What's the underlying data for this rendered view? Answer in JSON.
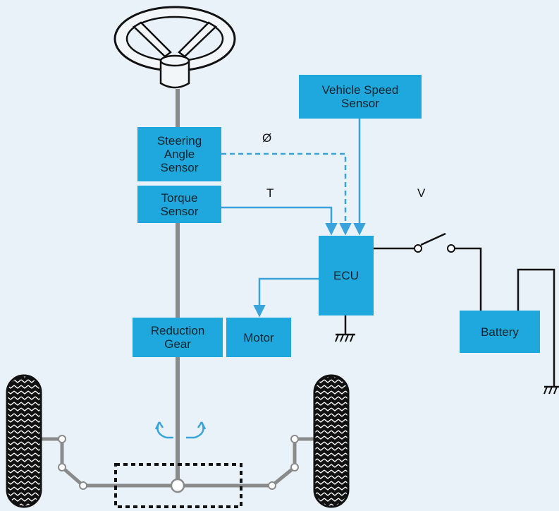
{
  "labels": {
    "vehicle_speed_sensor": "Vehicle Speed\nSensor",
    "steering_angle_sensor": "Steering\nAngle\nSensor",
    "torque_sensor": "Torque\nSensor",
    "ecu": "ECU",
    "reduction_gear": "Reduction\nGear",
    "motor": "Motor",
    "battery": "Battery",
    "angle_symbol": "Ø",
    "torque_symbol": "T",
    "voltage_symbol": "V"
  },
  "colors": {
    "component_fill": "#1ea8dd",
    "signal_line": "#3aa3dc",
    "shaft": "#8a8a8a",
    "background": "#e9f2f8"
  },
  "icons": [
    "steering-wheel-icon",
    "tire-icon",
    "ground-icon",
    "switch-icon",
    "rotation-arrows-icon"
  ]
}
